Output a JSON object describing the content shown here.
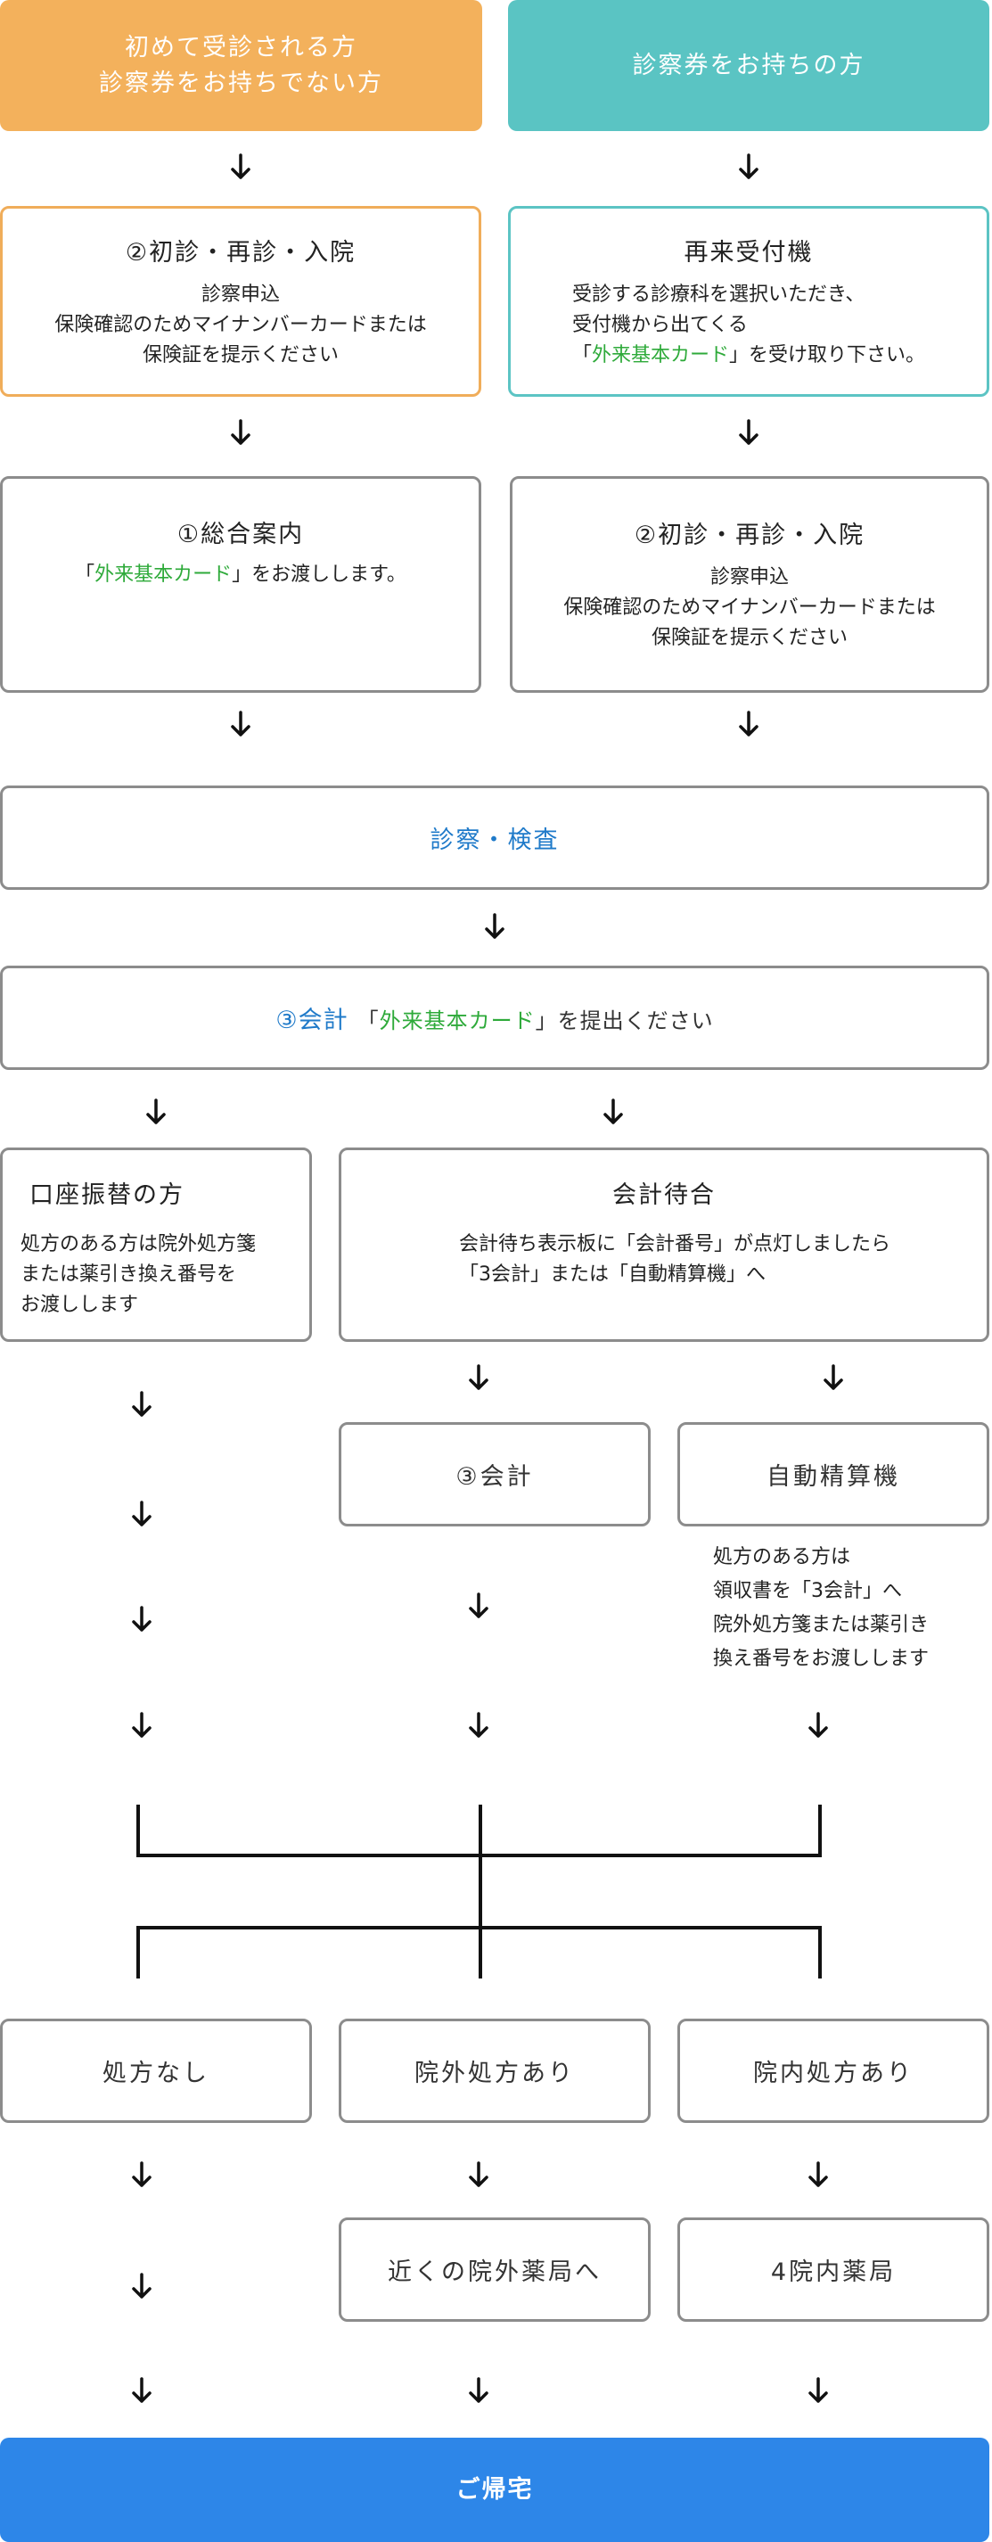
{
  "top": {
    "new_line1": "初めて受診される方",
    "new_line2": "診察券をお持ちでない方",
    "returning": "診察券をお持ちの方"
  },
  "left_first_reception": {
    "title": "②初診・再診・入院",
    "line1": "診察申込",
    "line2": "保険確認のためマイナンバーカードまたは",
    "line3": "保険証を提示ください"
  },
  "reentry_machine": {
    "title": "再来受付機",
    "line1": "受診する診療科を選択いただき、",
    "line2": "受付機から出てくる",
    "q_open": "「",
    "card": "外来基本カード",
    "q_close_suffix": "」を受け取り下さい。"
  },
  "general_info": {
    "title": "①総合案内",
    "q_open": "「",
    "card": "外来基本カード",
    "q_close_suffix": "」をお渡しします。"
  },
  "right_first_reception": {
    "title": "②初診・再診・入院",
    "line1": "診察申込",
    "line2": "保険確認のためマイナンバーカードまたは",
    "line3": "保険証を提示ください"
  },
  "exam": {
    "title": "診察・検査"
  },
  "accounting": {
    "prefix": "③会計",
    "q_open": "「",
    "card": "外来基本カード",
    "q_close_suffix": "」を提出ください"
  },
  "transfer": {
    "title": "口座振替の方",
    "line1": "処方のある方は院外処方箋",
    "line2": "または薬引き換え番号を",
    "line3": "お渡しします"
  },
  "waiting": {
    "title": "会計待合",
    "line1": "会計待ち表示板に「会計番号」が点灯しましたら",
    "line2": "「3会計」または「自動精算機」へ"
  },
  "account3": {
    "label": "③会計"
  },
  "auto_machine": {
    "label": "自動精算機",
    "note1": "処方のある方は",
    "note2": "領収書を「3会計」へ",
    "note3": "院外処方箋または薬引き",
    "note4": "換え番号をお渡しします"
  },
  "results": {
    "none": "処方なし",
    "outside": "院外処方あり",
    "inside": "院内処方あり"
  },
  "pharmacy": {
    "outside": "近くの院外薬局へ",
    "inside": "4院内薬局"
  },
  "home": {
    "label": "ご帰宅"
  },
  "colors": {
    "orange": "#f3b15c",
    "teal": "#5ac4c3",
    "blue": "#2d86e8",
    "green_text": "#2eaa3a",
    "blue_text": "#1f7ac9",
    "border_gray": "#8c8c8c"
  }
}
